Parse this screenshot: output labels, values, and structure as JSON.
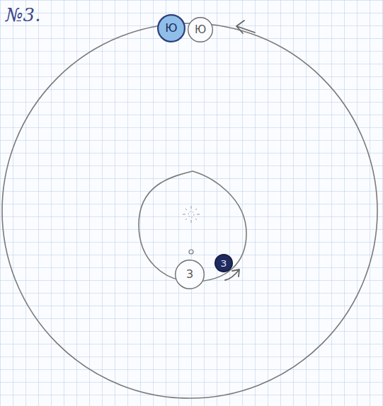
{
  "diagram": {
    "nodes": [
      {
        "text": [
          "Ю"
        ]
      },
      {
        "text": [
          "Ю"
        ]
      },
      {
        "text": [
          "З"
        ]
      },
      {
        "text": [
          "З"
        ]
      }
    ],
    "labels": [
      "№3."
    ]
  }
}
